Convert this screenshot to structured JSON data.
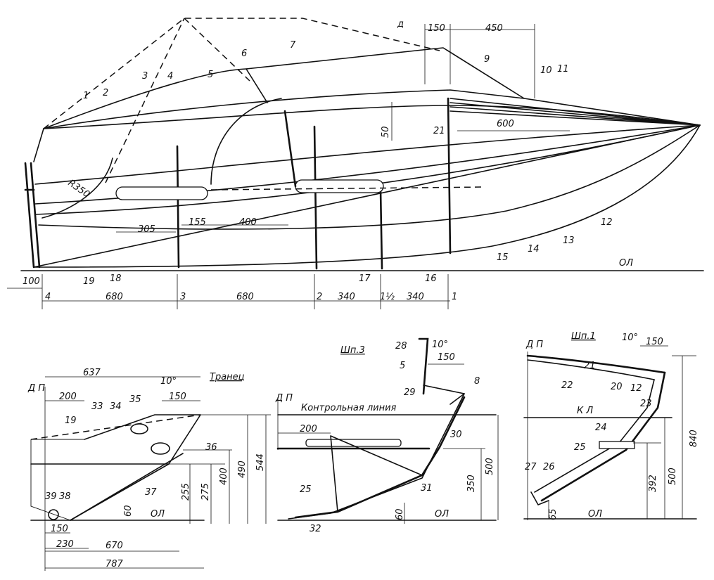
{
  "side_view": {
    "parts": [
      "1",
      "2",
      "3",
      "4",
      "5",
      "6",
      "7",
      "9",
      "10",
      "11",
      "12",
      "13",
      "14",
      "15",
      "16",
      "17",
      "18",
      "19",
      "21",
      "д"
    ],
    "dims": [
      "150",
      "450",
      "600",
      "50",
      "305",
      "155",
      "400",
      "680",
      "680",
      "340",
      "340",
      "100"
    ],
    "radius": "R350",
    "frames": [
      "4",
      "3",
      "2",
      "1½",
      "1"
    ],
    "baseline": "ОЛ"
  },
  "transom": {
    "title": "Транец",
    "dp": "Д П",
    "parts": [
      "19",
      "33",
      "34",
      "35",
      "36",
      "37",
      "38",
      "39"
    ],
    "dims_h": [
      "637",
      "200",
      "150",
      "150",
      "230",
      "670",
      "787"
    ],
    "dims_v": [
      "60",
      "255",
      "275",
      "400",
      "490",
      "544"
    ],
    "angle": "10°",
    "baseline": "ОЛ"
  },
  "frame3": {
    "title": "Шп.3",
    "dp": "Д П",
    "control": "Контрольная линия",
    "parts": [
      "28",
      "5",
      "29",
      "8",
      "30",
      "31",
      "25",
      "32"
    ],
    "dims_h": [
      "150",
      "200"
    ],
    "dims_v": [
      "500",
      "350",
      "60"
    ],
    "angle": "10°",
    "baseline": "ОЛ"
  },
  "frame1": {
    "title": "Шп.1",
    "dp": "Д П",
    "kl": "К Л",
    "parts": [
      "22",
      "21",
      "20",
      "12",
      "23",
      "24",
      "25",
      "27",
      "26"
    ],
    "dims_h": [
      "150"
    ],
    "dims_v": [
      "840",
      "500",
      "392",
      "65"
    ],
    "angle": "10°",
    "baseline": "ОЛ"
  }
}
